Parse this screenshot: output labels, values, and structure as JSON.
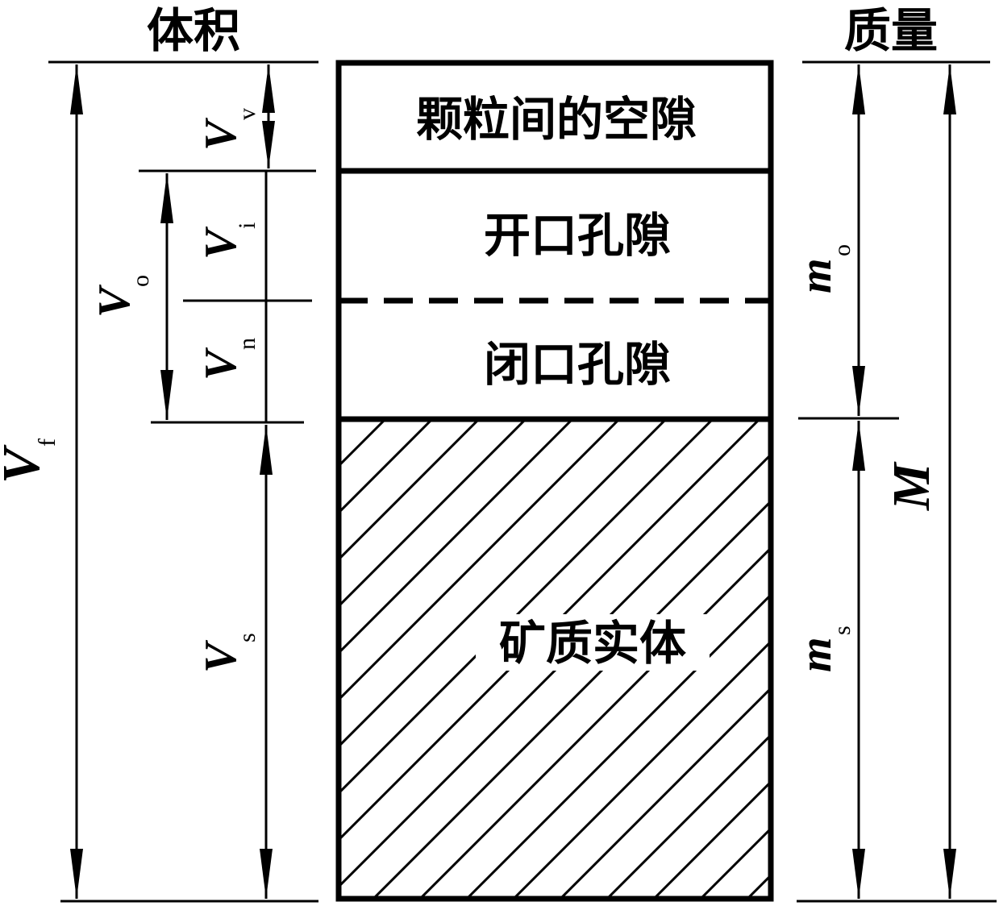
{
  "headers": {
    "volume": "体积",
    "mass": "质量"
  },
  "regions": {
    "intergranular_voids": "颗粒间的空隙",
    "open_pores": "开口孔隙",
    "closed_pores": "闭口孔隙",
    "mineral_solid": "矿质实体"
  },
  "symbols": {
    "Vf": {
      "main": "V",
      "sub": "f"
    },
    "Vv": {
      "main": "V",
      "sub": "v"
    },
    "Vo": {
      "main": "V",
      "sub": "o"
    },
    "Vi": {
      "main": "V",
      "sub": "i"
    },
    "Vn": {
      "main": "V",
      "sub": "n"
    },
    "Vs": {
      "main": "V",
      "sub": "s"
    },
    "mo": {
      "main": "m",
      "sub": "o"
    },
    "ms": {
      "main": "m",
      "sub": "s"
    },
    "M": {
      "main": "M"
    }
  },
  "colors": {
    "ink": "#000000",
    "background": "#ffffff"
  }
}
